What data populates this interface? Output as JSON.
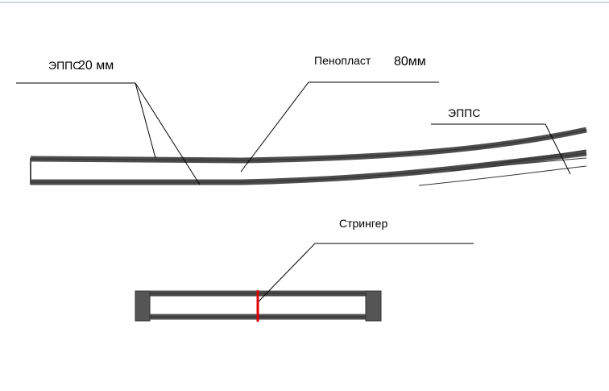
{
  "labels": {
    "epps_20": "ЭППС",
    "epps_20_value": "20 мм",
    "foam": "Пенопласт",
    "foam_value": "80мм",
    "epps_tip": "ЭППС",
    "stringer": "Стрингер"
  },
  "colors": {
    "skin": "#4d4d4d",
    "leader": "#000000",
    "core": "#ffffff",
    "stringer": "#e00000",
    "edge_block": "#555555"
  }
}
